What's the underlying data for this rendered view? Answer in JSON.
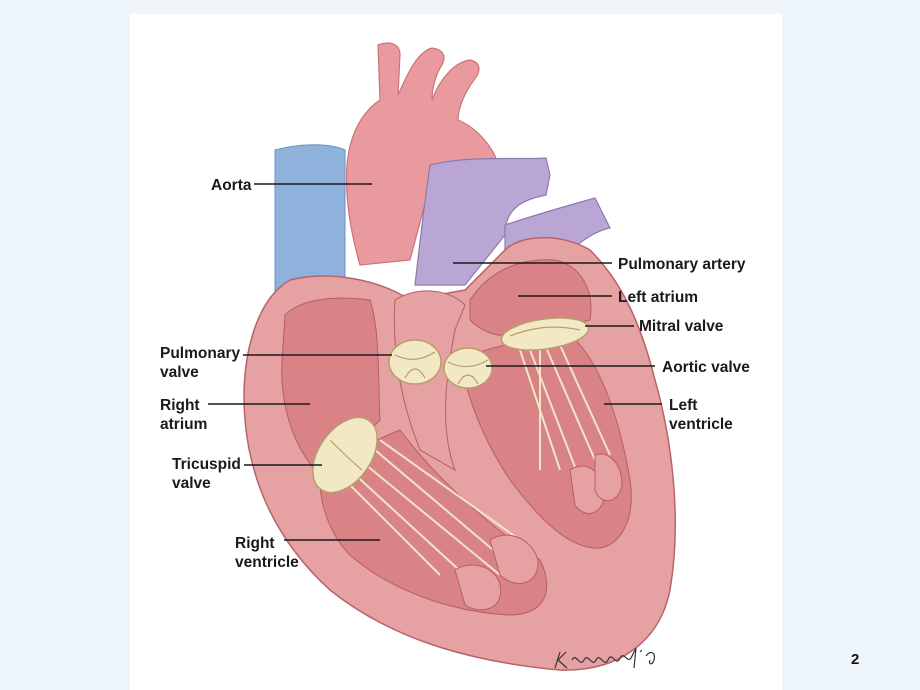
{
  "slide": {
    "page_number": "2",
    "labels": {
      "aorta": "Aorta",
      "pulmonary_artery": "Pulmonary artery",
      "left_atrium": "Left atrium",
      "mitral_valve": "Mitral valve",
      "pulmonary_valve_line1": "Pulmonary",
      "pulmonary_valve_line2": "valve",
      "aortic_valve": "Aortic valve",
      "right_atrium_line1": "Right",
      "right_atrium_line2": "atrium",
      "left_ventricle_line1": "Left",
      "left_ventricle_line2": "ventricle",
      "tricuspid_valve_line1": "Tricuspid",
      "tricuspid_valve_line2": "valve",
      "right_ventricle_line1": "Right",
      "right_ventricle_line2": "ventricle"
    },
    "signature": "K.Wennecks '03"
  },
  "colors": {
    "background": "#eef5fb",
    "panel": "#ffffff",
    "muscle": "#e6a1a3",
    "muscle_dark": "#c96f75",
    "chamber": "#d98386",
    "aorta": "#e89a9e",
    "pulmonary_artery": "#b9a6d4",
    "vena_cava": "#8fb2dc",
    "valve": "#f2e8c4",
    "text": "#1a1a1a"
  }
}
